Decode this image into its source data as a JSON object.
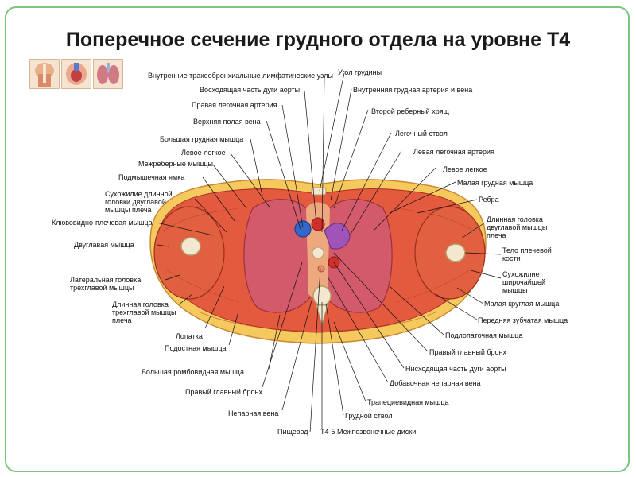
{
  "title": "Поперечное сечение грудного отдела  на уровне  Т4",
  "labels": {
    "l01": "Внутренние трахеобронхиальные лимфатические узлы",
    "l02": "Восходящая часть дуги аорты",
    "l03": "Правая легочная артерия",
    "l04": "Верхняя полая вена",
    "l05": "Большая грудная мышца",
    "l06": "Левое легкое",
    "l07": "Межреберные мышцы",
    "l08": "Подмышечная ямка",
    "l09": "Сухожилие длинной головки двуглавой мышцы плеча",
    "l10": "Клювовидно-плечевая мышца",
    "l11": "Двуглавая мышца",
    "l12": "Латеральная головка трехглавой мышцы",
    "l13": "Длинная головка трехглавой мышцы плеча",
    "l14": "Лопатка",
    "l15": "Подостная мышца",
    "l16": "Большая ромбовидная мышца",
    "l17": "Правый главный бронх",
    "l18": "Непарная вена",
    "l19": "Пищевод",
    "l20": "Т4-5 Межпозвоночные диски",
    "r01": "Угол грудины",
    "r02": "Внутренняя грудная артерия и вена",
    "r03": "Второй реберный хрящ",
    "r04": "Легочный ствол",
    "r05": "Левая легочная артерия",
    "r06": "Левое легкое",
    "r07": "Малая грудная мышца",
    "r08": "Ребра",
    "r09": "Длинная головка двуглавой мышцы плеча",
    "r10": "Тело плечевой кости",
    "r11": "Сухожилие широчайшей мышцы",
    "r12": "Малая круглая мышца",
    "r13": "Передняя зубчатая мышца",
    "r14": "Подлопаточная мышца",
    "r15": "Правый главный бронх",
    "r16": "Нисходящая часть дуги аорты",
    "r17": "Добавочная непарная вена",
    "r18": "Трапециевидная мышца",
    "r19": "Грудной ствол"
  },
  "colors": {
    "frame": "#7cc57e",
    "muscle": "#e35a3e",
    "fat": "#f6c95e",
    "lung": "#d25a6a",
    "vessel_blue": "#3467c8",
    "vessel_purple": "#a054b8",
    "bone": "#f2e8d0",
    "line": "#111111"
  },
  "icons": [
    "thumbnail-torso-icon",
    "thumbnail-heart-icon",
    "thumbnail-lungs-icon"
  ]
}
